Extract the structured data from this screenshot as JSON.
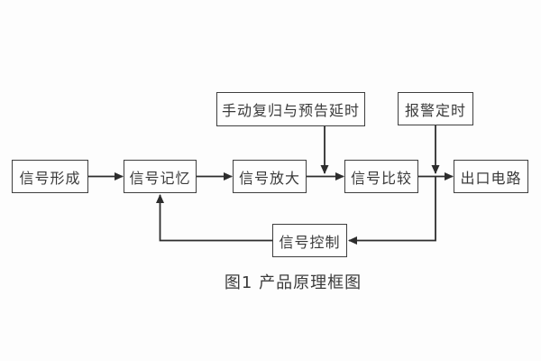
{
  "figure": {
    "caption": "图1 产品原理框图",
    "background_color": "#fdfdfd"
  },
  "diagram": {
    "type": "block-diagram",
    "colors": {
      "line": "#2d2d2d",
      "box_border": "#3f3f3f",
      "box_fill": "#fefefe",
      "text": "#3a3a3a"
    },
    "nodes": [
      {
        "id": "signal-formation",
        "label": "信号形成"
      },
      {
        "id": "signal-memory",
        "label": "信号记忆"
      },
      {
        "id": "signal-amplify",
        "label": "信号放大"
      },
      {
        "id": "signal-compare",
        "label": "信号比较"
      },
      {
        "id": "output-circuit",
        "label": "出口电路"
      },
      {
        "id": "manual-reset-delay",
        "label": "手动复归与预告延时"
      },
      {
        "id": "alarm-timer",
        "label": "报警定时"
      },
      {
        "id": "signal-control",
        "label": "信号控制"
      }
    ],
    "edges": [
      {
        "from": "signal-formation",
        "to": "signal-memory"
      },
      {
        "from": "signal-memory",
        "to": "signal-amplify"
      },
      {
        "from": "signal-amplify",
        "to": "signal-compare"
      },
      {
        "from": "signal-compare",
        "to": "output-circuit"
      },
      {
        "from": "manual-reset-delay",
        "to": "signal-amplify-compare-junction"
      },
      {
        "from": "alarm-timer",
        "to": "signal-compare-output-junction"
      },
      {
        "from": "signal-compare-output-junction",
        "to": "signal-control"
      },
      {
        "from": "signal-control",
        "to": "signal-memory"
      }
    ]
  }
}
